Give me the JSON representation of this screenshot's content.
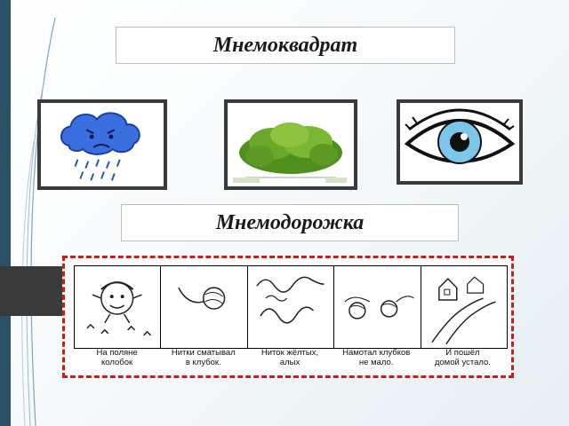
{
  "slide": {
    "title_top": "Мнемоквадрат",
    "title_bottom": "Мнемодорожка"
  },
  "images": [
    {
      "icon": "rain-cloud-icon"
    },
    {
      "icon": "bush-icon"
    },
    {
      "icon": "eye-icon"
    }
  ],
  "mnemo_path": {
    "cells": [
      {
        "icon": "kolobok-icon",
        "line1": "На поляне",
        "line2": "колобок"
      },
      {
        "icon": "yarn-ball-icon",
        "line1": "Нитки сматывал",
        "line2": "в клубок."
      },
      {
        "icon": "threads-icon",
        "line1": "Ниток жёлтых,",
        "line2": "алых"
      },
      {
        "icon": "two-balls-icon",
        "line1": "Намотал клубков",
        "line2": "не мало."
      },
      {
        "icon": "house-road-icon",
        "line1": "И пошёл",
        "line2": "домой устало."
      }
    ]
  },
  "colors": {
    "accent_border": "#cc1d1d",
    "left_bar": "#2c5066",
    "cloud": "#3a6fe0",
    "eye_iris": "#7cc6ea"
  }
}
